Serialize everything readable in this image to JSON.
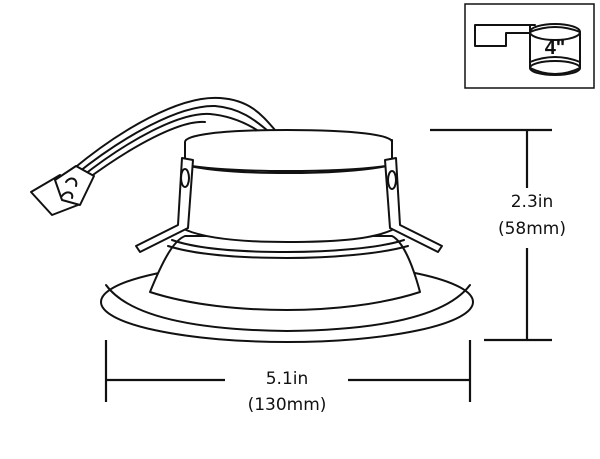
{
  "size_badge": {
    "label": "4\"",
    "icon": "recessed-can-housing-icon"
  },
  "product": {
    "icon": "recessed-downlight-with-junction-connector"
  },
  "dimensions": {
    "height": {
      "imperial": "2.3in",
      "metric": "(58mm)"
    },
    "width": {
      "imperial": "5.1in",
      "metric": "(130mm)"
    }
  },
  "colors": {
    "line": "#111111",
    "background": "#ffffff"
  }
}
